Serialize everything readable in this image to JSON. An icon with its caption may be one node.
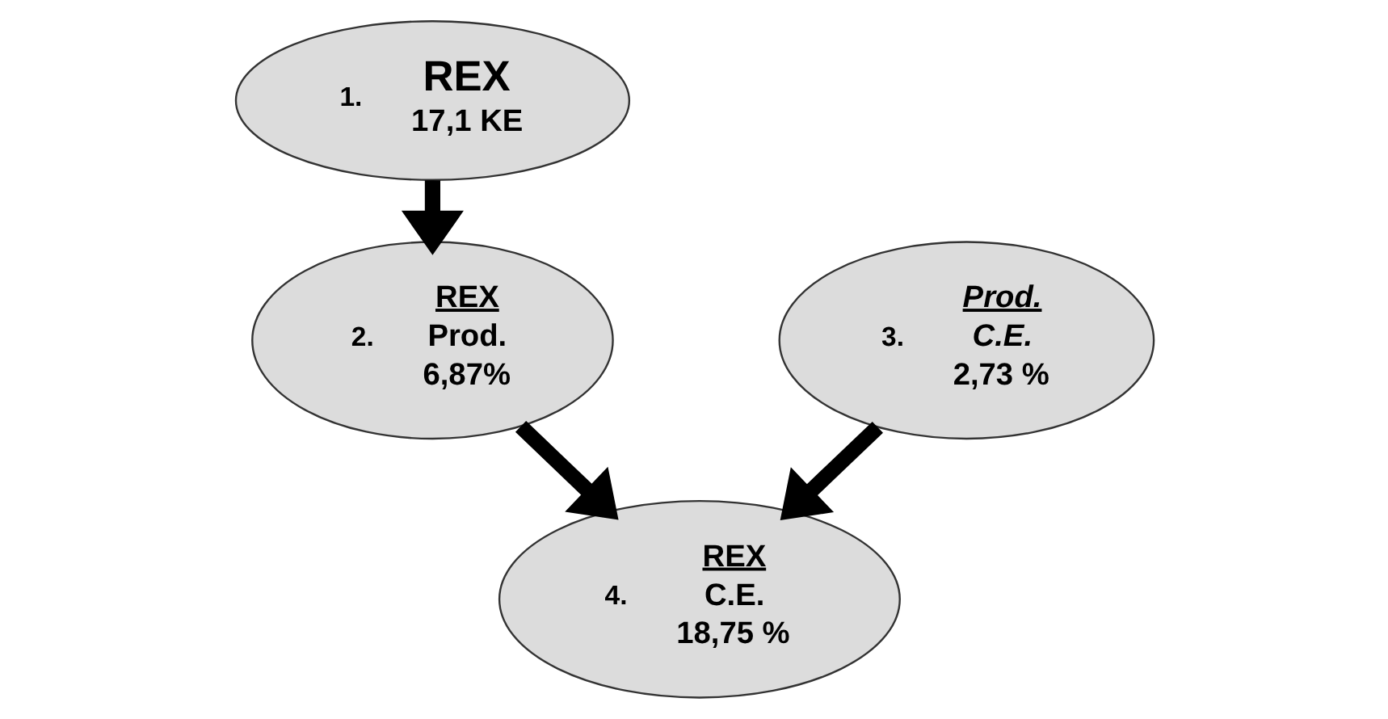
{
  "diagram": {
    "nodes": [
      {
        "text": [
          "1.",
          "REX",
          "17,1 KE"
        ]
      },
      {
        "text": [
          "2.",
          "REX",
          "Prod.",
          "6,87%"
        ]
      },
      {
        "text": [
          "3.",
          "Prod.",
          "C.E.",
          "2,73 %"
        ]
      },
      {
        "text": [
          "4.",
          "REX",
          "C.E.",
          "18,75 %"
        ]
      }
    ],
    "edges": [
      {
        "from": 0,
        "to": 1,
        "arrow": "to"
      },
      {
        "from": 1,
        "to": 3,
        "arrow": "to"
      },
      {
        "from": 2,
        "to": 3,
        "arrow": "to"
      }
    ]
  }
}
